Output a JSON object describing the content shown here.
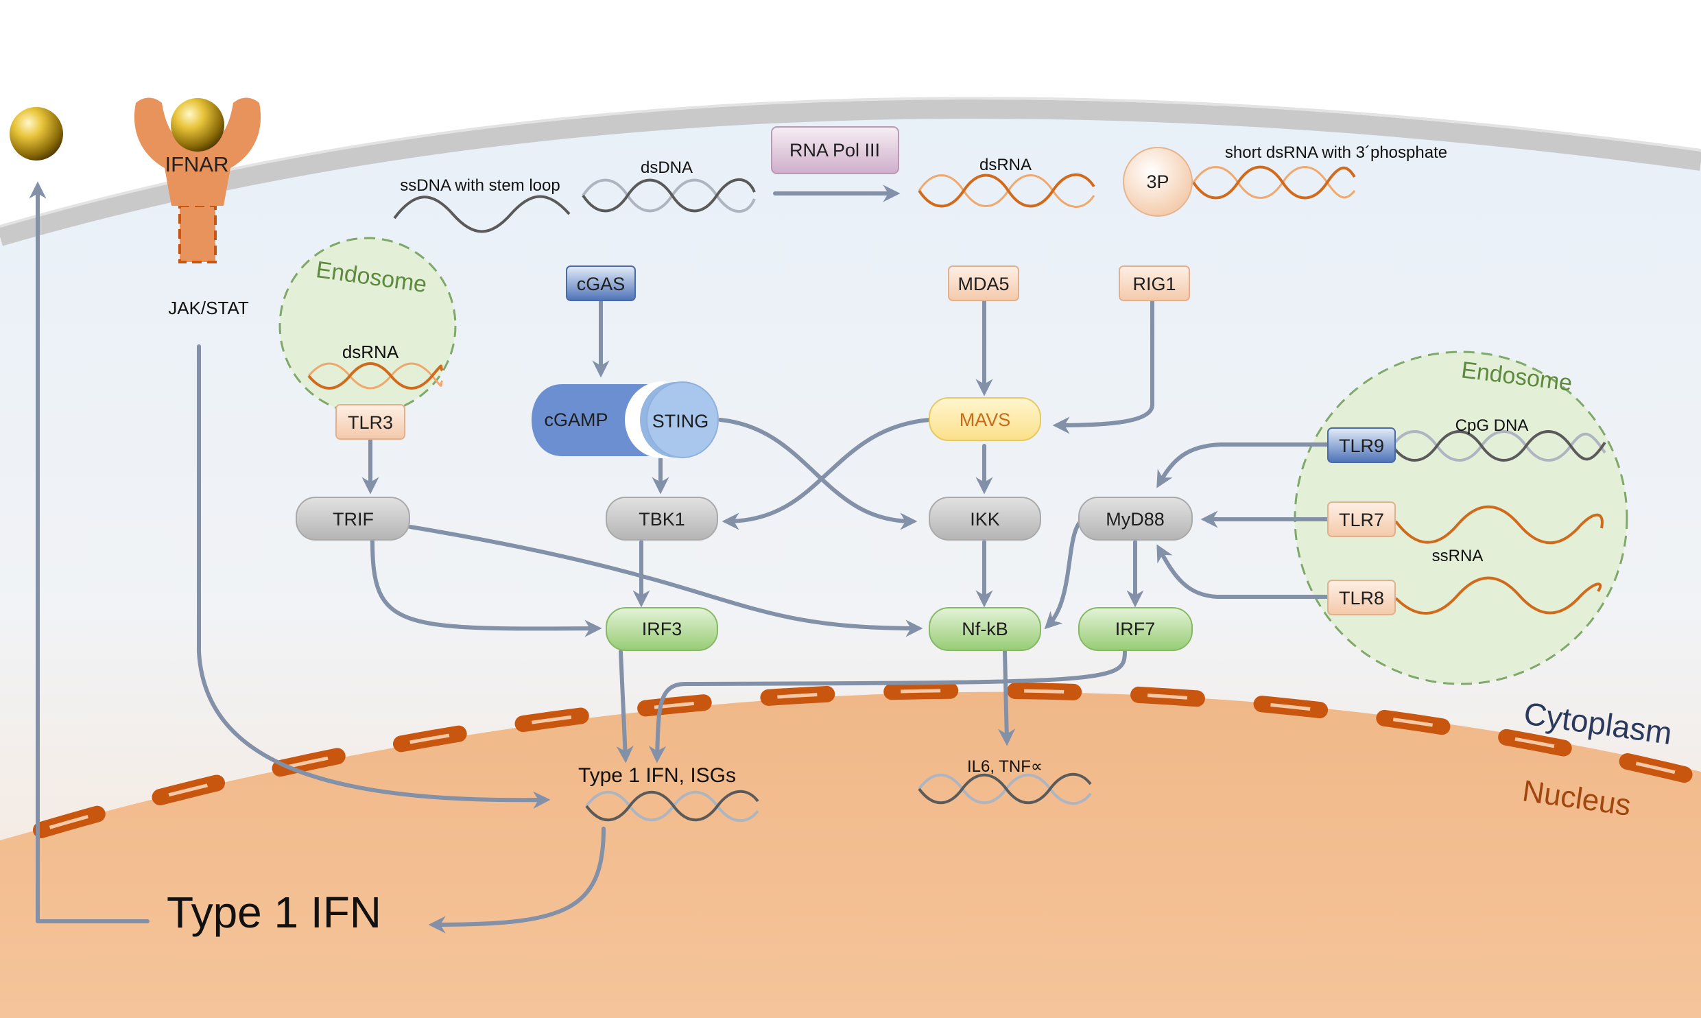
{
  "regions": {
    "cytoplasm": "Cytoplasm",
    "nucleus": "Nucleus",
    "endosome_left": "Endosome",
    "endosome_right": "Endosome"
  },
  "receptor": {
    "ifnar": "IFNAR",
    "jak_stat": "JAK/STAT"
  },
  "ligands": {
    "ssdna": "ssDNA with stem loop",
    "dsdna": "dsDNA",
    "rna_pol": "RNA Pol III",
    "dsrna_top": "dsRNA",
    "three_p": "3P",
    "short_dsrna": "short dsRNA with 3´phosphate",
    "dsrna_endosome": "dsRNA",
    "cpg_dna": "CpG DNA",
    "ssrna": "ssRNA"
  },
  "nodes": {
    "cgas": "cGAS",
    "mda5": "MDA5",
    "rig1": "RIG1",
    "cgamp": "cGAMP",
    "sting": "STING",
    "mavs": "MAVS",
    "tlr3": "TLR3",
    "tlr9": "TLR9",
    "tlr7": "TLR7",
    "tlr8": "TLR8",
    "trif": "TRIF",
    "tbk1": "TBK1",
    "ikk": "IKK",
    "myd88": "MyD88",
    "irf3": "IRF3",
    "nfkb": "Nf-kB",
    "irf7": "IRF7"
  },
  "outputs": {
    "type1_isgs": "Type 1 IFN, ISGs",
    "il6_tnf": "IL6, TNF∝",
    "type1_ifn": "Type 1 IFN"
  }
}
